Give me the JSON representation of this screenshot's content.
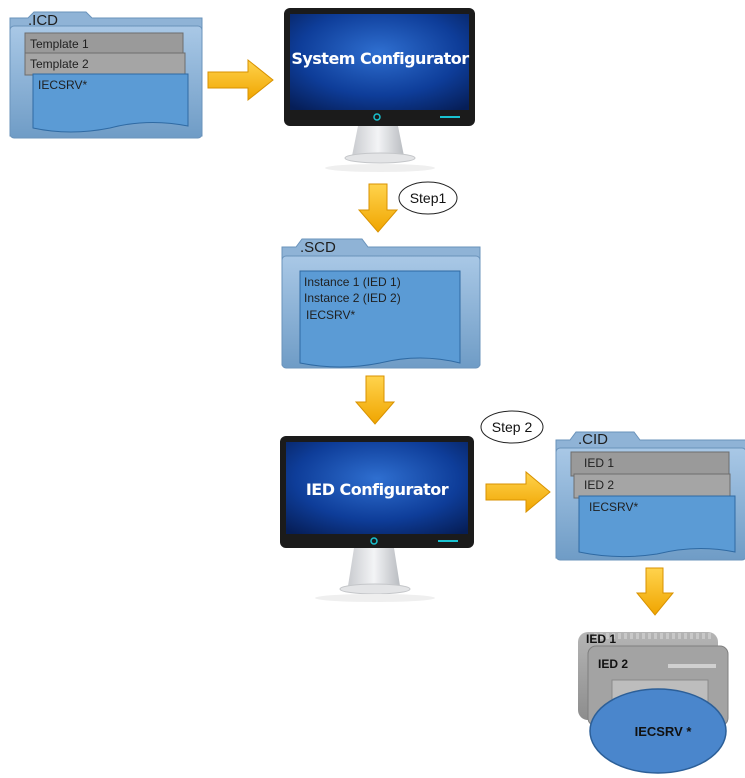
{
  "icd": {
    "ext": ".ICD",
    "items": [
      "Template 1",
      "Template 2",
      "IECSRV*"
    ]
  },
  "system_configurator": {
    "label": "System Configurator"
  },
  "step1": {
    "label": "Step1"
  },
  "scd": {
    "ext": ".SCD",
    "items": [
      "Instance 1 (IED 1)",
      "Instance 2 (IED 2)",
      "IECSRV*"
    ]
  },
  "step2": {
    "label": "Step 2"
  },
  "ied_configurator": {
    "label": "IED Configurator"
  },
  "cid": {
    "ext": ".CID",
    "items": [
      "IED 1",
      "IED 2",
      "IECSRV*"
    ]
  },
  "device": {
    "labels": [
      "IED 1",
      "IED 2"
    ],
    "server": "IECSRV *"
  },
  "colors": {
    "folder": "#7fa9cf",
    "folder_dark": "#5d89b3",
    "doc_blue": "#5b9bd5",
    "arrow": "#f4b400",
    "screen": "#0b3a8c"
  }
}
